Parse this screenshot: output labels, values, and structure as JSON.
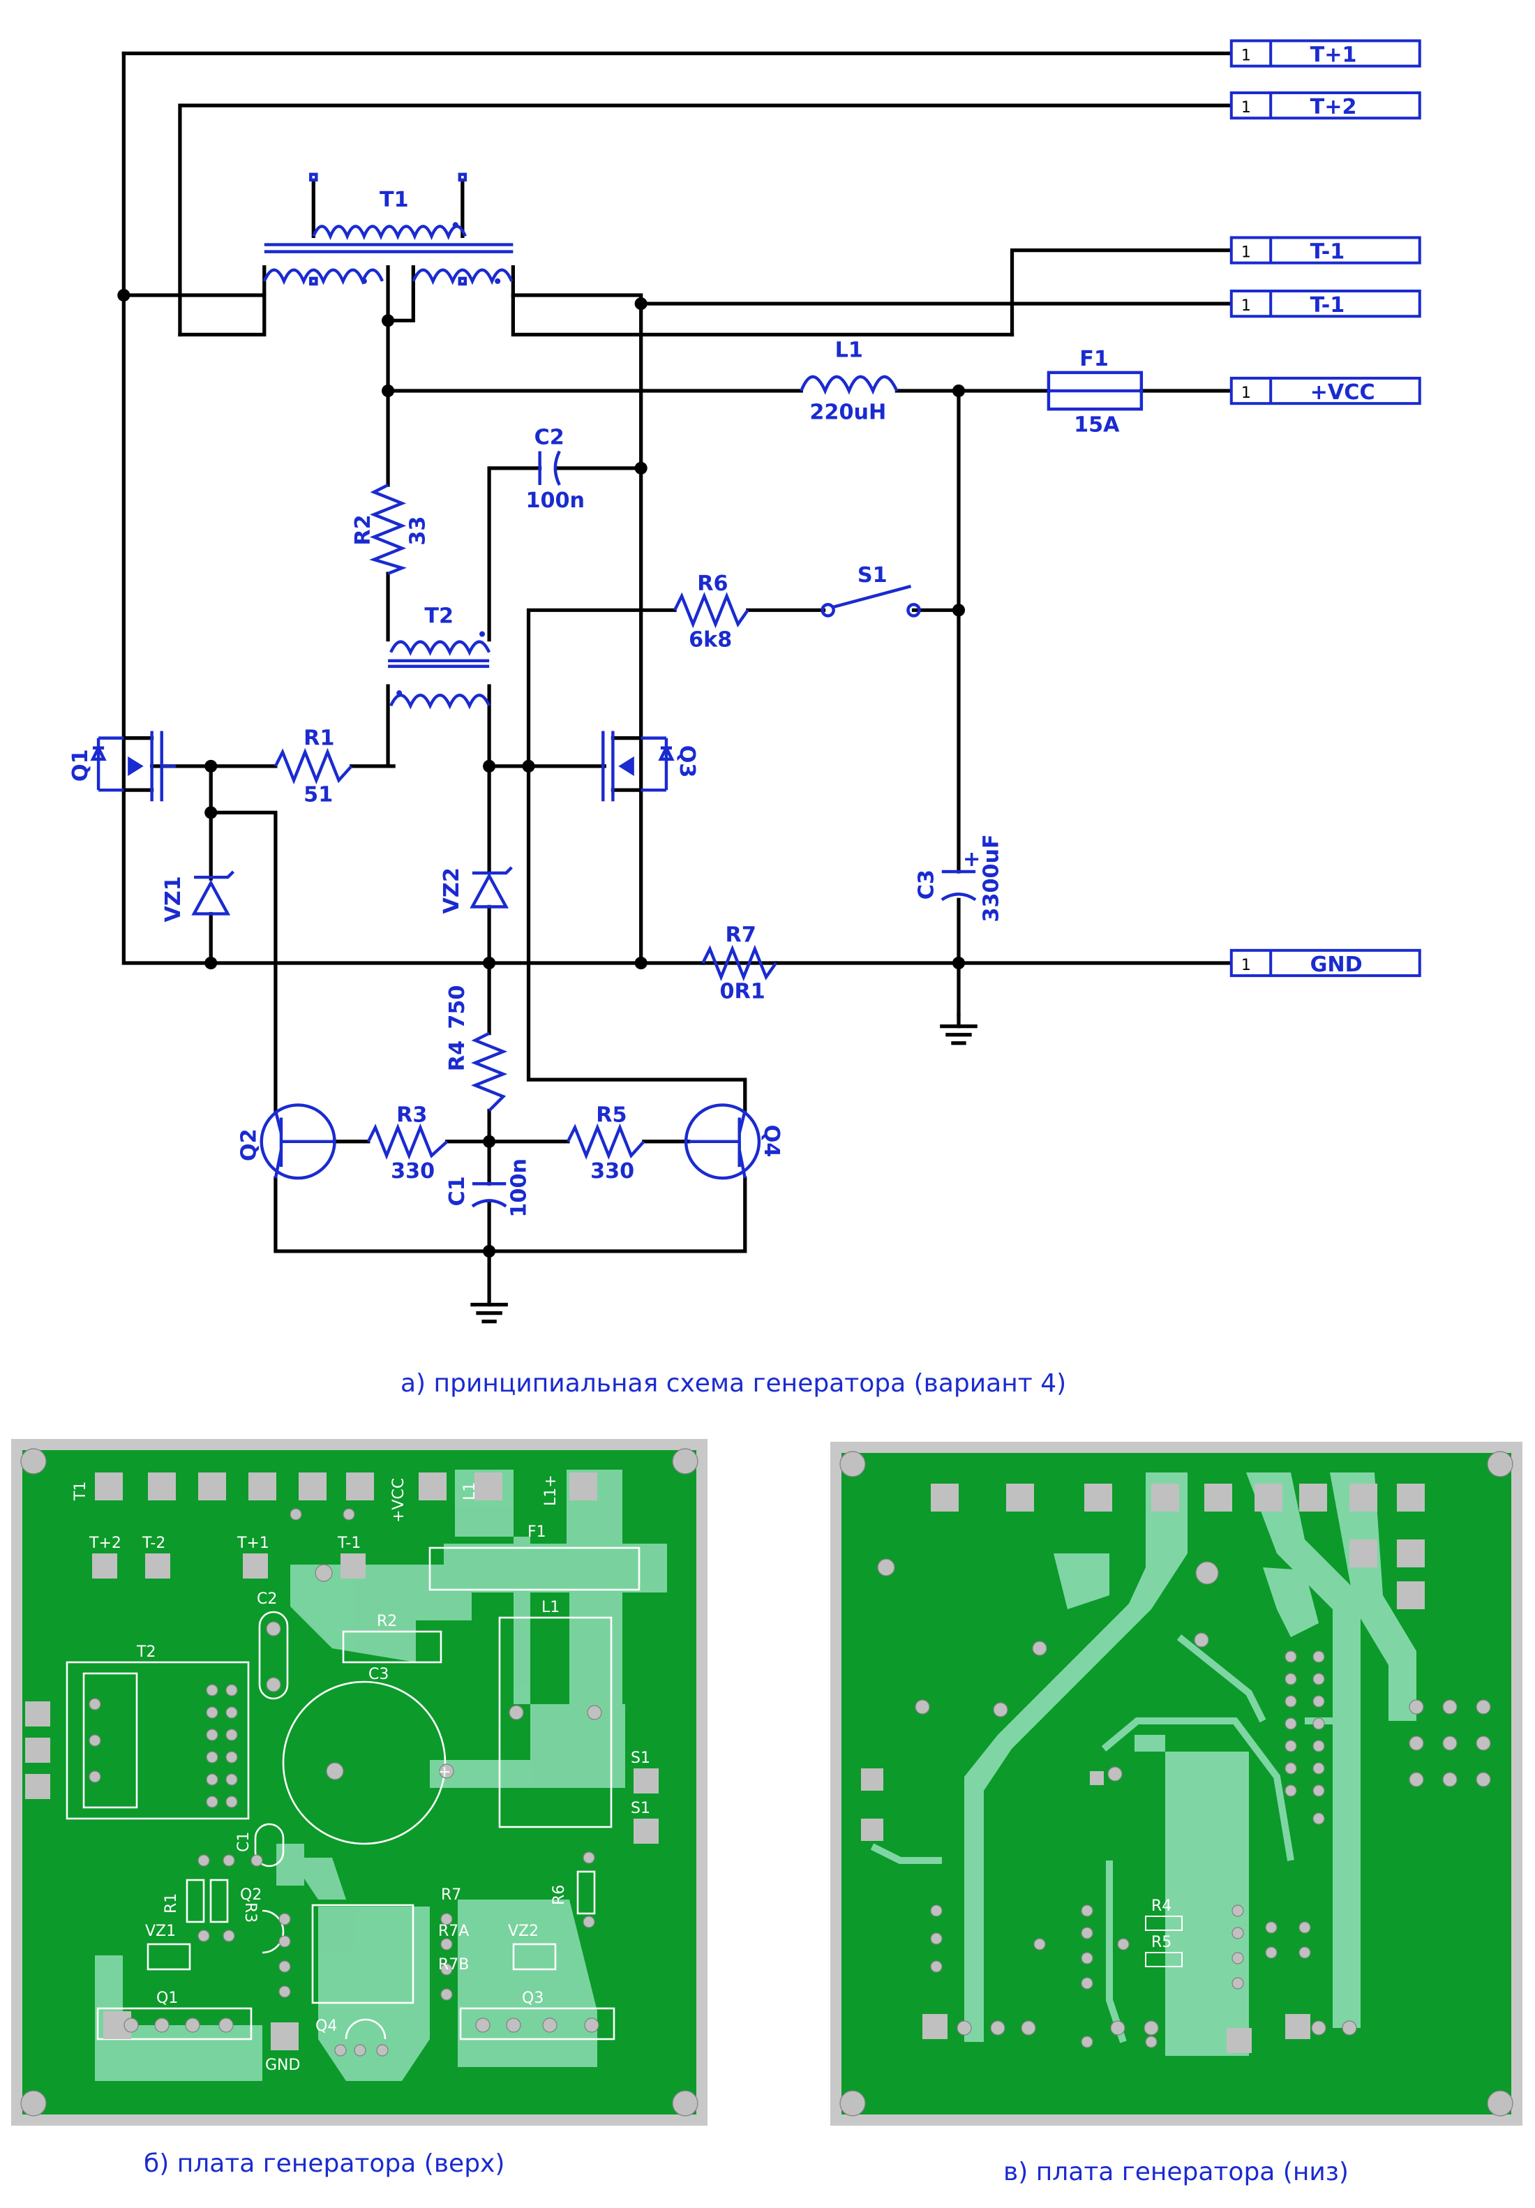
{
  "captions": {
    "a": "а) принципиальная схема генератора (вариант 4)",
    "b": "б) плата генератора (верх)",
    "c": "в) плата генератора (низ)"
  },
  "connectors": [
    {
      "pin": "1",
      "label": "T+1"
    },
    {
      "pin": "1",
      "label": "T+2"
    },
    {
      "pin": "1",
      "label": "T-1"
    },
    {
      "pin": "1",
      "label": "T-1"
    },
    {
      "pin": "1",
      "label": "+VCC"
    },
    {
      "pin": "1",
      "label": "GND"
    }
  ],
  "components": {
    "T1": "T1",
    "T2": "T2",
    "L1": "L1",
    "L1_val": "220uH",
    "F1": "F1",
    "F1_val": "15A",
    "C2": "C2",
    "C2_val": "100n",
    "R2": "R2",
    "R2_val": "33",
    "R6": "R6",
    "R6_val": "6k8",
    "S1": "S1",
    "Q1": "Q1",
    "Q3": "Q3",
    "R1": "R1",
    "R1_val": "51",
    "VZ1": "VZ1",
    "VZ2": "VZ2",
    "C3": "C3",
    "C3_val": "3300uF",
    "C3_plus": "+",
    "R7": "R7",
    "R7_val": "0R1",
    "R4": "R4",
    "R4_val": "750",
    "Q2": "Q2",
    "Q4": "Q4",
    "R3": "R3",
    "R3_val": "330",
    "R5": "R5",
    "R5_val": "330",
    "C1": "C1",
    "C1_val": "100n"
  },
  "pcb_top_labels": {
    "T1": "T1",
    "VCC": "+VCC",
    "L1": "L1",
    "L1p": "L1+",
    "T2a": "T+2",
    "T2b": "T-2",
    "T1p": "T+1",
    "T1m": "T-1",
    "F1": "F1",
    "C2": "C2",
    "R2": "R2",
    "L1b": "L1",
    "T2": "T2",
    "C3": "C3",
    "C3plus": "+",
    "S1a": "S1",
    "S1b": "S1",
    "C1": "C1",
    "R1": "R1",
    "R3": "R3",
    "Q2": "Q2",
    "R7": "R7",
    "R7A": "R7A",
    "R7B": "R7B",
    "R6": "R6",
    "VZ1": "VZ1",
    "VZ2": "VZ2",
    "Q1": "Q1",
    "Q3": "Q3",
    "Q4": "Q4",
    "GND": "GND"
  },
  "pcb_bottom_labels": {
    "R4": "R4",
    "R5": "R5"
  },
  "colors": {
    "wire": "#000000",
    "connector": "#1a2bd0",
    "label": "#1a2bd0",
    "board": "#0c9a2a",
    "track": "#7fd6a4",
    "silk": "#ffffff",
    "pad": "#c0c0c0"
  }
}
